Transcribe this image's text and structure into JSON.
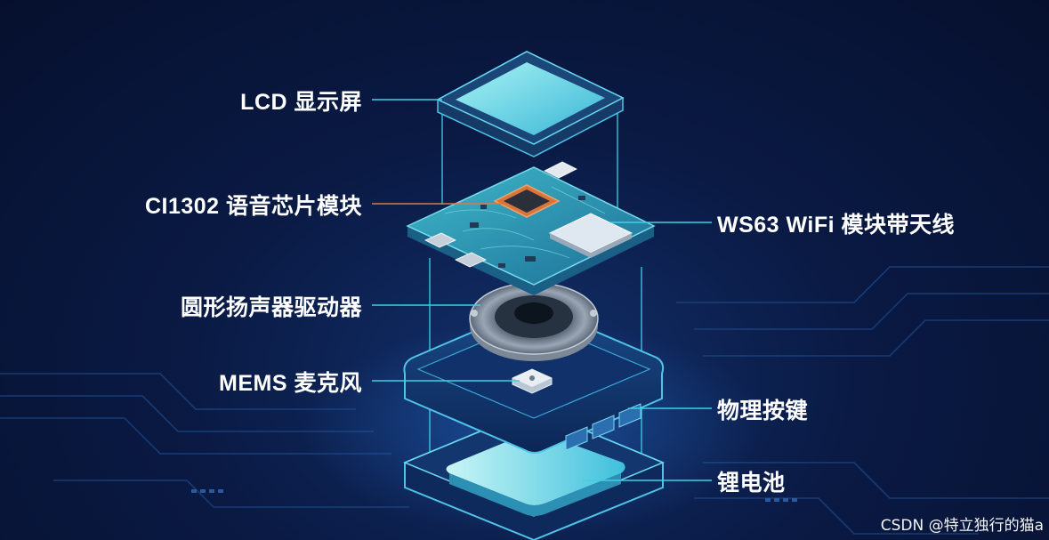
{
  "labels": {
    "lcd": "LCD 显示屏",
    "voice_chip": "CI1302 语音芯片模块",
    "speaker": "圆形扬声器驱动器",
    "mic": "MEMS 麦克风",
    "wifi": "WS63 WiFi 模块带天线",
    "buttons": "物理按键",
    "battery": "锂电池"
  },
  "watermark": "CSDN @特立独行的猫a",
  "colors": {
    "background": "#0a1a44",
    "leader_line": "#3fd0e6",
    "highlight_line": "#e07a3a",
    "screen": "#7ee0ea",
    "pcb": "#2f9fb8",
    "chip": "#d9743a"
  }
}
